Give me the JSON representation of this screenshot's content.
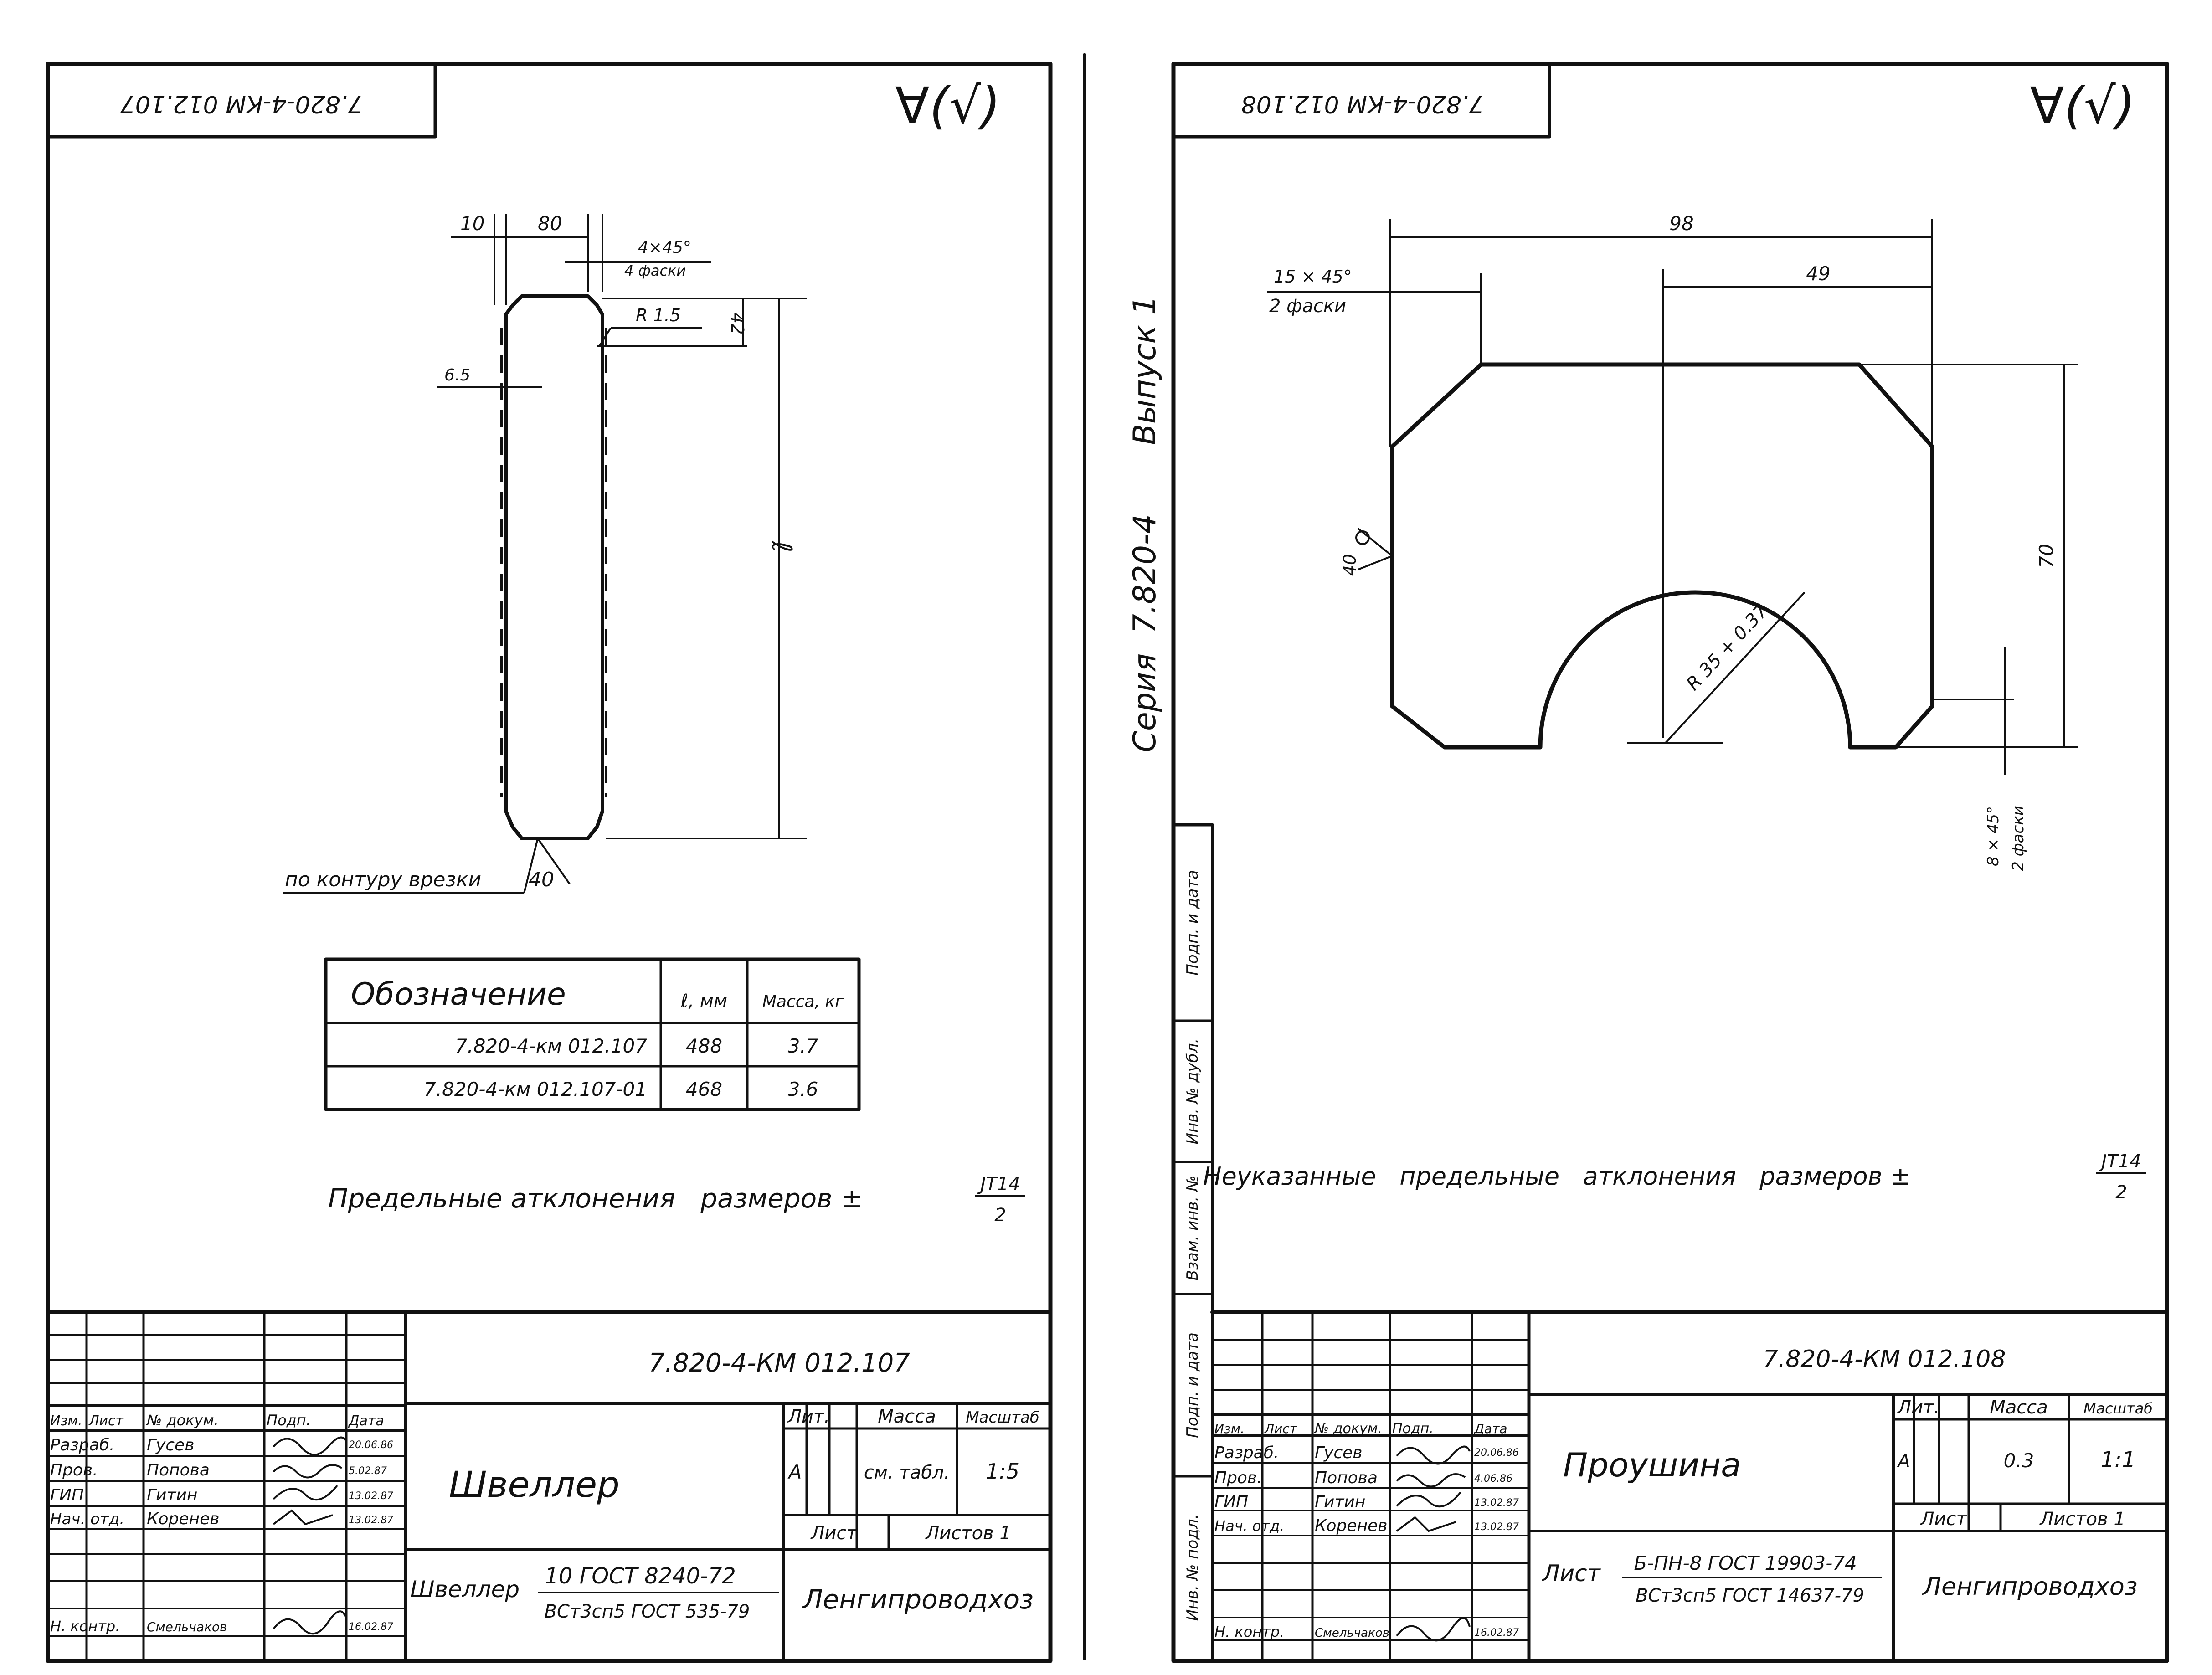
{
  "left_sheet": {
    "stamp_code_rotated": "7.820-4-КМ 012.107",
    "roughness_mark": "∀(√)",
    "dims": {
      "d10": "10",
      "d80": "80",
      "chamfer_value": "4×45°",
      "chamfer_note": "4 фаски",
      "radius": "R 1.5",
      "d42": "42",
      "d65": "6.5",
      "length_symbol": "ℓ",
      "contour_note": "по контуру врезки",
      "weld": "40"
    },
    "spec_table": {
      "headers": [
        "Обозначение",
        "ℓ, мм",
        "Масса, кг"
      ],
      "rows": [
        [
          "7.820-4-км 012.107",
          "488",
          "3.7"
        ],
        [
          "7.820-4-км 012.107-01",
          "468",
          "3.6"
        ]
      ]
    },
    "tolerance_note": "Предельные атклонения   размеров ±",
    "tol_num": "JT14",
    "tol_den": "2",
    "title_block": {
      "doc_code": "7.820-4-КМ 012.107",
      "col_headers": [
        "Изм.",
        "Лист",
        "№ докум.",
        "Подп.",
        "Дата"
      ],
      "roles": [
        "Разраб.",
        "Пров.",
        "ГИП",
        "Нач. отд.",
        "Н. контр."
      ],
      "names": [
        "Гусев",
        "Попова",
        "Гитин",
        "Коренев",
        "Смельчаков"
      ],
      "dates": [
        "20.06.86",
        "5.02.87",
        "13.02.87",
        "13.02.87",
        "16.02.87"
      ],
      "title": "Швеллер",
      "lit_label": "Лит.",
      "mass_label": "Масса",
      "scale_label": "Масштаб",
      "lit_value": "А",
      "mass_value": "см. табл.",
      "scale_value": "1:5",
      "sheet_label": "Лист",
      "sheets_label": "Листов 1",
      "material_prefix": "Швеллер",
      "material_top": "10  ГОСТ 8240-72",
      "material_bottom": "ВСт3сп5 ГОСТ 535-79",
      "org": "Ленгипроводхоз"
    }
  },
  "right_sheet": {
    "stamp_code_rotated": "7.820-4-КМ 012.108",
    "roughness_mark": "∀(√)",
    "side_series": "Серия  7.820-4       Выпуск 1",
    "side_labels": [
      "Инв. № подл.",
      "Подп. и дата",
      "Взам. инв. №",
      "Инв. № дубл.",
      "Подп. и дата"
    ],
    "dims": {
      "d98": "98",
      "d49": "49",
      "chamfer_top": "15 × 45°",
      "chamfer_top_note": "2 фаски",
      "weld": "40",
      "radius": "R 35 + 0.37",
      "d70": "70",
      "chamfer_bottom": "8 × 45°",
      "chamfer_bottom_note": "2 фаски"
    },
    "tolerance_note": "Неуказанные   предельные   атклонения   размеров ±",
    "tol_num": "JT14",
    "tol_den": "2",
    "title_block": {
      "doc_code": "7.820-4-КМ 012.108",
      "col_headers": [
        "Изм.",
        "Лист",
        "№ докум.",
        "Подп.",
        "Дата"
      ],
      "roles": [
        "Разраб.",
        "Пров.",
        "ГИП",
        "Нач. отд.",
        "Н. контр."
      ],
      "names": [
        "Гусев",
        "Попова",
        "Гитин",
        "Коренев",
        "Смельчаков"
      ],
      "dates": [
        "20.06.86",
        "4.06.86",
        "13.02.87",
        "13.02.87",
        "16.02.87"
      ],
      "title": "Проушина",
      "lit_label": "Лит.",
      "mass_label": "Масса",
      "scale_label": "Масштаб",
      "lit_value": "А",
      "mass_value": "0.3",
      "scale_value": "1:1",
      "sheet_label": "Лист",
      "sheets_label": "Листов 1",
      "material_prefix": "Лист",
      "material_top": "Б-ПН-8 ГОСТ 19903-74",
      "material_bottom": "ВСт3сп5 ГОСТ 14637-79",
      "org": "Ленгипроводхоз"
    }
  }
}
